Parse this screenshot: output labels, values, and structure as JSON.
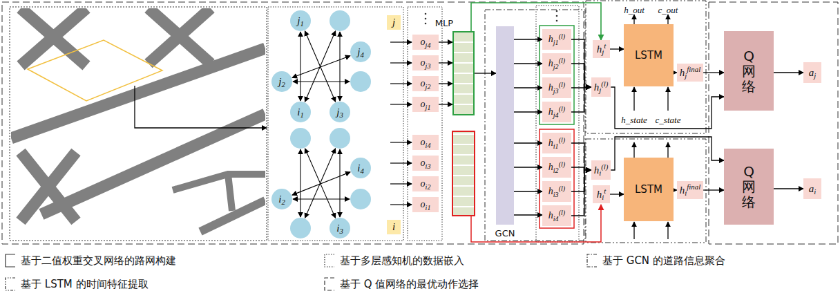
{
  "diagram": {
    "nodes": [
      {
        "text": [
          "j1"
        ]
      },
      {
        "text": [
          "j"
        ]
      },
      {
        "text": [
          "j4"
        ]
      },
      {
        "text": [
          "j2"
        ]
      },
      {
        "text": [
          "i1"
        ]
      },
      {
        "text": [
          "j3"
        ]
      },
      {
        "text": [
          "i4"
        ]
      },
      {
        "text": [
          "i2"
        ]
      },
      {
        "text": [
          "i3"
        ]
      },
      {
        "text": [
          "i"
        ]
      },
      {
        "text": [
          "oj4"
        ]
      },
      {
        "text": [
          "oj3"
        ]
      },
      {
        "text": [
          "oj2"
        ]
      },
      {
        "text": [
          "oj1"
        ]
      },
      {
        "text": [
          "oi4"
        ]
      },
      {
        "text": [
          "oi3"
        ]
      },
      {
        "text": [
          "oi2"
        ]
      },
      {
        "text": [
          "oi1"
        ]
      },
      {
        "text": [
          "MLP"
        ]
      },
      {
        "text": [
          "GCN"
        ]
      },
      {
        "text": [
          "hj1(l)"
        ]
      },
      {
        "text": [
          "hj2(l)"
        ]
      },
      {
        "text": [
          "hj3(l)"
        ]
      },
      {
        "text": [
          "hj4(l)"
        ]
      },
      {
        "text": [
          "hi1(l)"
        ]
      },
      {
        "text": [
          "hi2(l)"
        ]
      },
      {
        "text": [
          "hi3(l)"
        ]
      },
      {
        "text": [
          "hi4(l)"
        ]
      },
      {
        "text": [
          "hjt"
        ]
      },
      {
        "text": [
          "hj(l)"
        ]
      },
      {
        "text": [
          "hi(l)"
        ]
      },
      {
        "text": [
          "hit"
        ]
      },
      {
        "text": [
          "LSTM"
        ]
      },
      {
        "text": [
          "hjfinal"
        ]
      },
      {
        "text": [
          "Q 网络"
        ]
      },
      {
        "text": [
          "aj"
        ]
      },
      {
        "text": [
          "LSTM"
        ]
      },
      {
        "text": [
          "hifinal"
        ]
      },
      {
        "text": [
          "Q 网络"
        ]
      },
      {
        "text": [
          "ai"
        ]
      }
    ],
    "edges": [
      {
        "from": 10,
        "to": 18,
        "arrow": "to"
      },
      {
        "from": 11,
        "to": 18,
        "arrow": "to"
      },
      {
        "from": 12,
        "to": 18,
        "arrow": "to"
      },
      {
        "from": 13,
        "to": 18,
        "arrow": "to"
      },
      {
        "from": 18,
        "to": 19,
        "arrow": "to"
      },
      {
        "from": 19,
        "to": 20,
        "arrow": "to"
      },
      {
        "from": 19,
        "to": 21,
        "arrow": "to"
      },
      {
        "from": 19,
        "to": 22,
        "arrow": "to"
      },
      {
        "from": 19,
        "to": 23,
        "arrow": "to"
      },
      {
        "from": 19,
        "to": 24,
        "arrow": "to"
      },
      {
        "from": 19,
        "to": 25,
        "arrow": "to"
      },
      {
        "from": 19,
        "to": 26,
        "arrow": "to"
      },
      {
        "from": 19,
        "to": 27,
        "arrow": "to"
      },
      {
        "from": 20,
        "to": 29,
        "arrow": "to"
      },
      {
        "from": 21,
        "to": 29,
        "arrow": "to"
      },
      {
        "from": 22,
        "to": 29,
        "arrow": "to"
      },
      {
        "from": 23,
        "to": 29,
        "arrow": "to"
      },
      {
        "from": 24,
        "to": 30,
        "arrow": "to"
      },
      {
        "from": 25,
        "to": 30,
        "arrow": "to"
      },
      {
        "from": 26,
        "to": 30,
        "arrow": "to"
      },
      {
        "from": 27,
        "to": 30,
        "arrow": "to"
      },
      {
        "from": 18,
        "to": 28,
        "arrow": "to"
      },
      {
        "from": 28,
        "to": 32,
        "arrow": "to"
      },
      {
        "from": 32,
        "to": 33,
        "arrow": "to"
      },
      {
        "from": 33,
        "to": 34,
        "arrow": "to"
      },
      {
        "from": 34,
        "to": 35,
        "arrow": "to"
      },
      {
        "from": 29,
        "to": 34,
        "arrow": "to"
      },
      {
        "from": 31,
        "to": 36,
        "arrow": "to"
      },
      {
        "from": 36,
        "to": 37,
        "arrow": "to"
      },
      {
        "from": 37,
        "to": 38,
        "arrow": "to"
      },
      {
        "from": 38,
        "to": 39,
        "arrow": "to"
      },
      {
        "from": 30,
        "to": 38,
        "arrow": "to"
      }
    ],
    "labels": [
      "h_out",
      "c_out",
      "h_state",
      "c_state"
    ],
    "legend": [
      {
        "text": "基于二值权重交叉网络的路网构建"
      },
      {
        "text": "基于多层感知机的数据嵌入"
      },
      {
        "text": "基于 GCN 的道路信息聚合"
      },
      {
        "text": "基于 LSTM 的时间特征提取"
      },
      {
        "text": "基于 Q 值网络的最优动作选择"
      }
    ]
  }
}
